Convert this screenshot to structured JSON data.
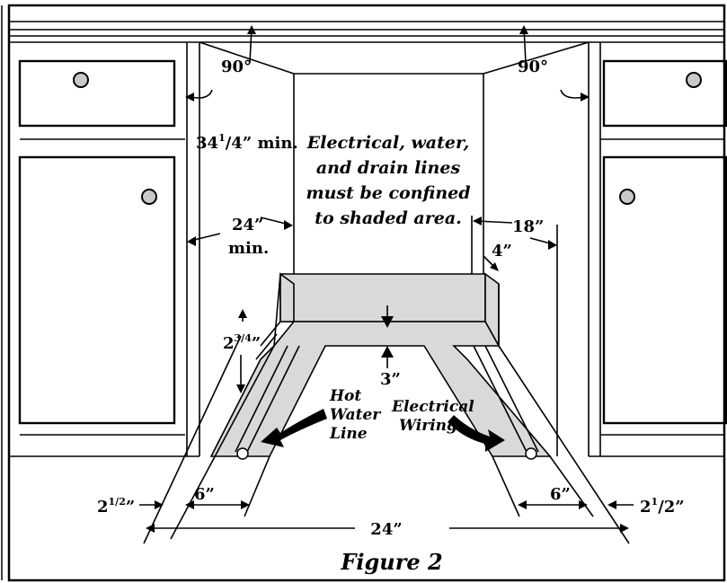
{
  "figure": {
    "caption": "Figure 2",
    "note_lines": [
      "Electrical, water,",
      "and drain lines",
      "must be confined",
      "to shaded area."
    ],
    "labels": {
      "angle_left": "90°",
      "angle_right": "90°",
      "height_main": "34",
      "height_sup": "1",
      "height_sub": "/4",
      "height_tail": "” min.",
      "width_main": "24”",
      "width_min": "min.",
      "right_depth": "18”",
      "corner": "4”",
      "floor_main": "2",
      "floor_sup": "3/4",
      "floor_tail": "”",
      "inner_gap": "3”",
      "left_offset_main": "2",
      "left_offset_sup": "1/2",
      "left_offset_tail": "”",
      "left_zone": "6”",
      "right_zone": "6”",
      "right_offset_main": "2",
      "right_offset_sup": "1",
      "right_offset_sub": "/2",
      "right_offset_tail": "”",
      "bottom_width": "24”",
      "hot_water": [
        "Hot",
        "Water",
        "Line"
      ],
      "electrical": [
        "Electrical",
        "Wiring"
      ]
    },
    "colors": {
      "shade": "#d9d9d9",
      "knob": "#c9c9c9",
      "line": "#000000"
    }
  }
}
